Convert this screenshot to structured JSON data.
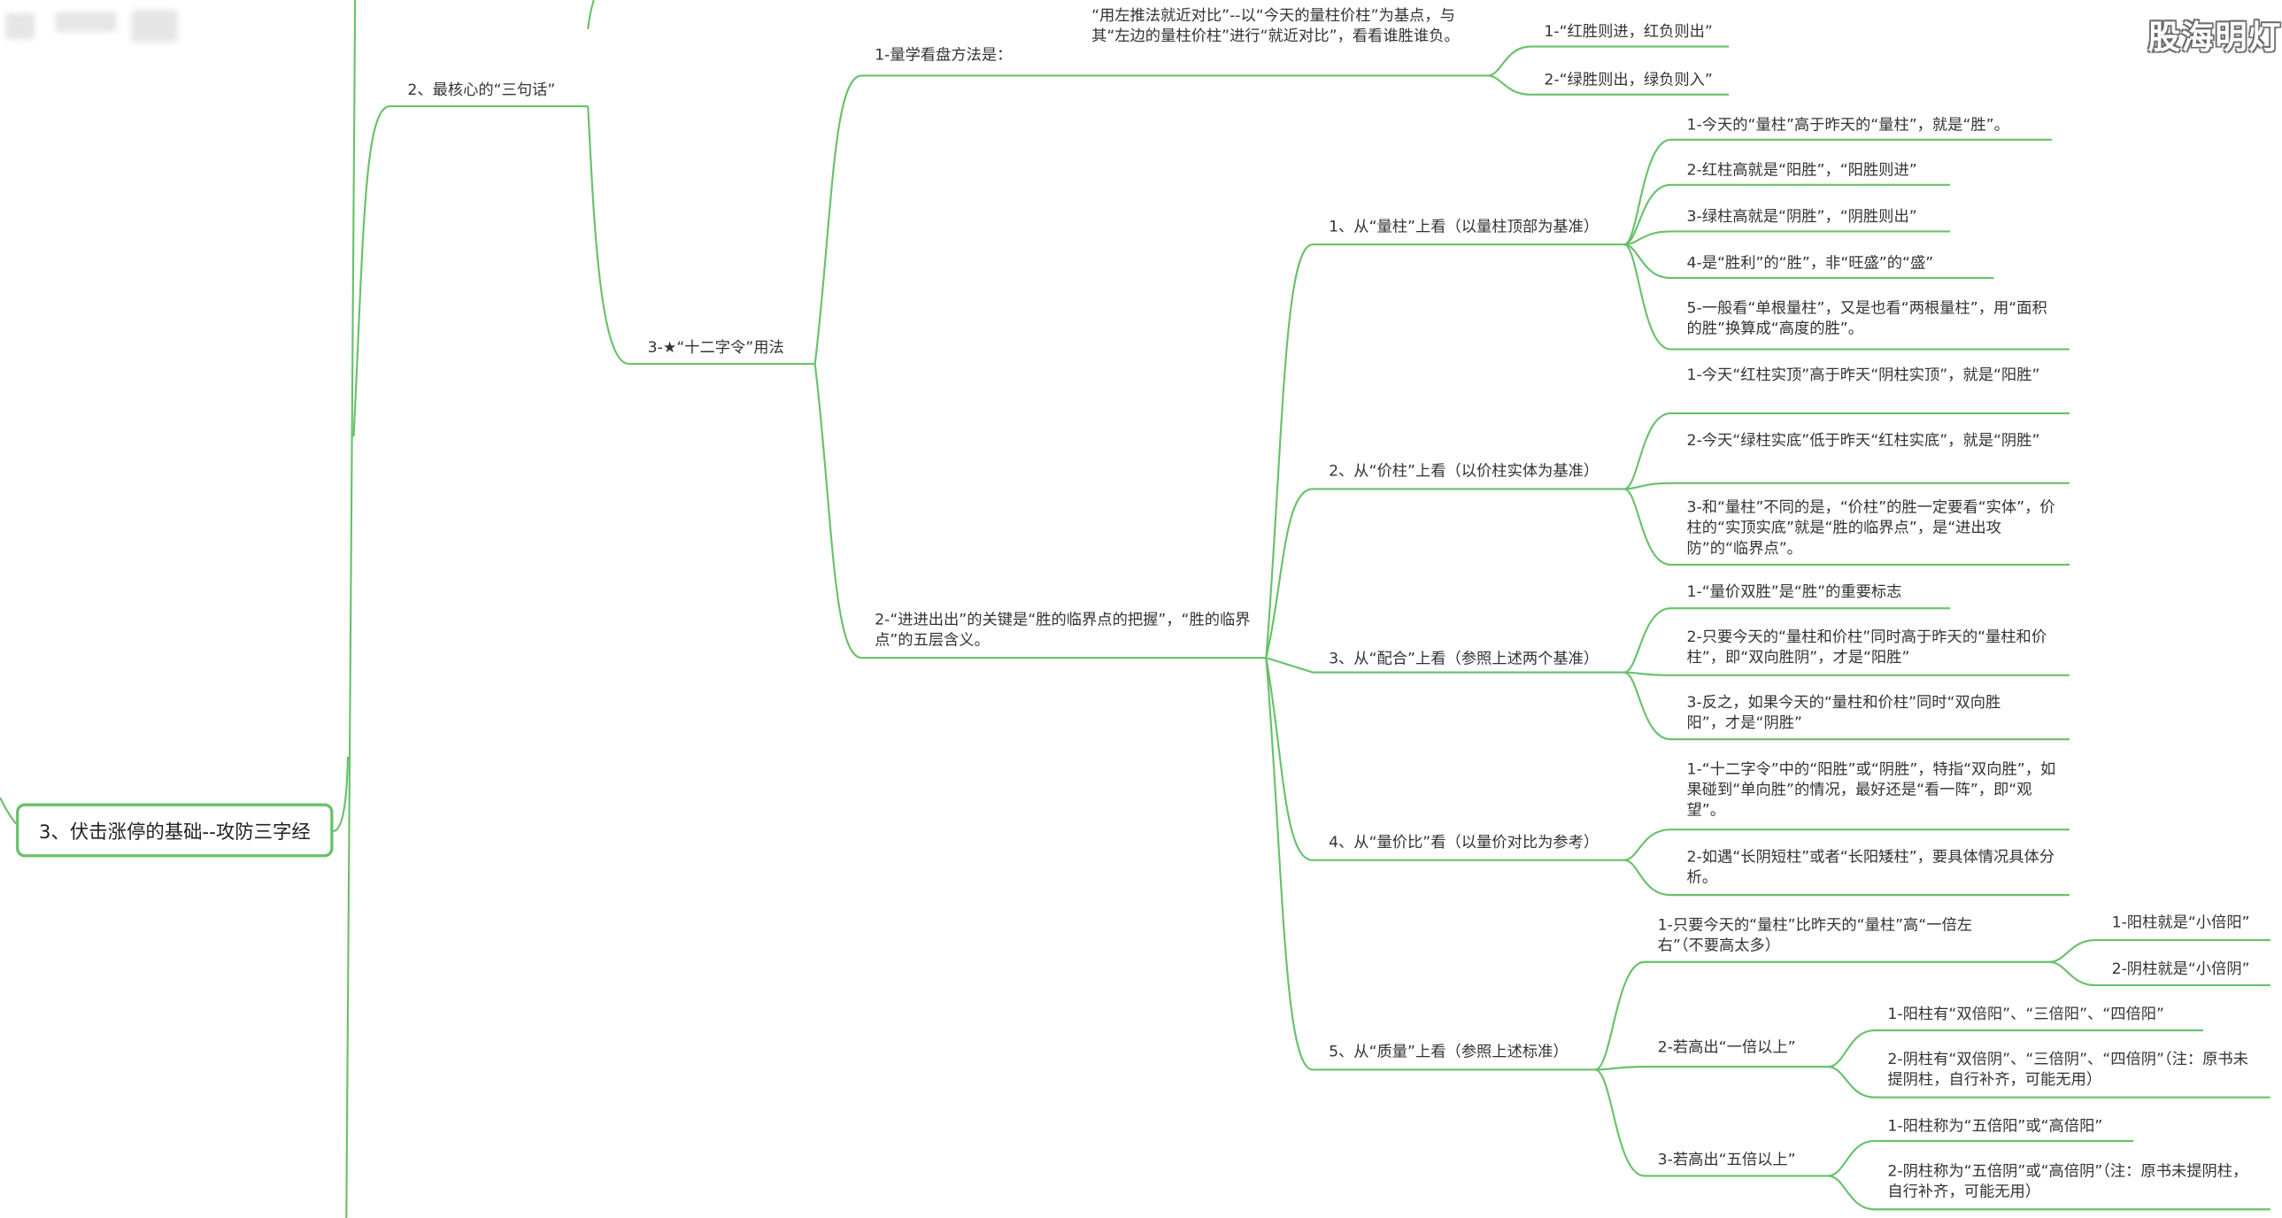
{
  "root": {
    "label": "3、伏击涨停的基础--攻防三字经"
  },
  "watermark": "股海明灯",
  "colors": {
    "edge": "#68c16a",
    "text": "#333333"
  },
  "branches": {
    "b2": "2、最核心的“三句话”",
    "b3": "3-★“十二字令”用法"
  },
  "method": {
    "label": "1-量学看盘方法是：",
    "desc": "“用左推法就近对比”--以“今天的量柱价柱”为基点，与其“左边的量柱价柱”进行“就近对比”，看看谁胜谁负。",
    "rules": [
      "1-“红胜则进，红负则出”",
      "2-“绿胜则出，绿负则入”"
    ]
  },
  "key": {
    "label": "2-“进进出出”的关键是“胜的临界点的把握”，“胜的临界点”的五层含义。",
    "layers": [
      {
        "label": "1、从“量柱”上看（以量柱顶部为基准）",
        "items": [
          "1-今天的“量柱”高于昨天的“量柱”，就是“胜”。",
          "2-红柱高就是“阳胜”，“阳胜则进”",
          "3-绿柱高就是“阴胜”，“阴胜则出”",
          "4-是“胜利”的“胜”，非“旺盛”的“盛”",
          "5-一般看“单根量柱”，又是也看“两根量柱”，用“面积的胜”换算成“高度的胜”。"
        ]
      },
      {
        "label": "2、从“价柱”上看（以价柱实体为基准）",
        "items": [
          "1-今天“红柱实顶”高于昨天“阴柱实顶”，就是“阳胜”",
          "2-今天“绿柱实底”低于昨天“红柱实底”，就是“阴胜”",
          "3-和“量柱”不同的是，“价柱”的胜一定要看“实体”，价柱的“实顶实底”就是“胜的临界点”，是“进出攻防”的“临界点”。"
        ]
      },
      {
        "label": "3、从“配合”上看（参照上述两个基准）",
        "items": [
          "1-“量价双胜”是“胜”的重要标志",
          "2-只要今天的“量柱和价柱”同时高于昨天的“量柱和价柱”，即“双向胜阴”，才是“阳胜”",
          "3-反之，如果今天的“量柱和价柱”同时“双向胜阳”，才是“阴胜”"
        ]
      },
      {
        "label": "4、从“量价比”看（以量价对比为参考）",
        "items": [
          "1-“十二字令”中的“阳胜”或“阴胜”，特指“双向胜”，如果碰到“单向胜”的情况，最好还是“看一阵”，即“观望”。",
          "2-如遇“长阴短柱”或者“长阳矮柱”，要具体情况具体分析。"
        ]
      },
      {
        "label": "5、从“质量”上看（参照上述标准）",
        "groups": [
          {
            "label": "1-只要今天的“量柱”比昨天的“量柱”高“一倍左右”（不要高太多）",
            "items": [
              "1-阳柱就是“小倍阳”",
              "2-阴柱就是“小倍阴”"
            ]
          },
          {
            "label": "2-若高出“一倍以上”",
            "items": [
              "1-阳柱有“双倍阳”、“三倍阳”、“四倍阳”",
              "2-阴柱有“双倍阴”、“三倍阴”、“四倍阴”（注：原书未提阴柱，自行补齐，可能无用）"
            ]
          },
          {
            "label": "3-若高出“五倍以上”",
            "items": [
              "1-阳柱称为“五倍阳”或“高倍阳”",
              "2-阴柱称为“五倍阴”或“高倍阴”（注：原书未提阴柱，自行补齐，可能无用）"
            ]
          }
        ]
      }
    ]
  }
}
